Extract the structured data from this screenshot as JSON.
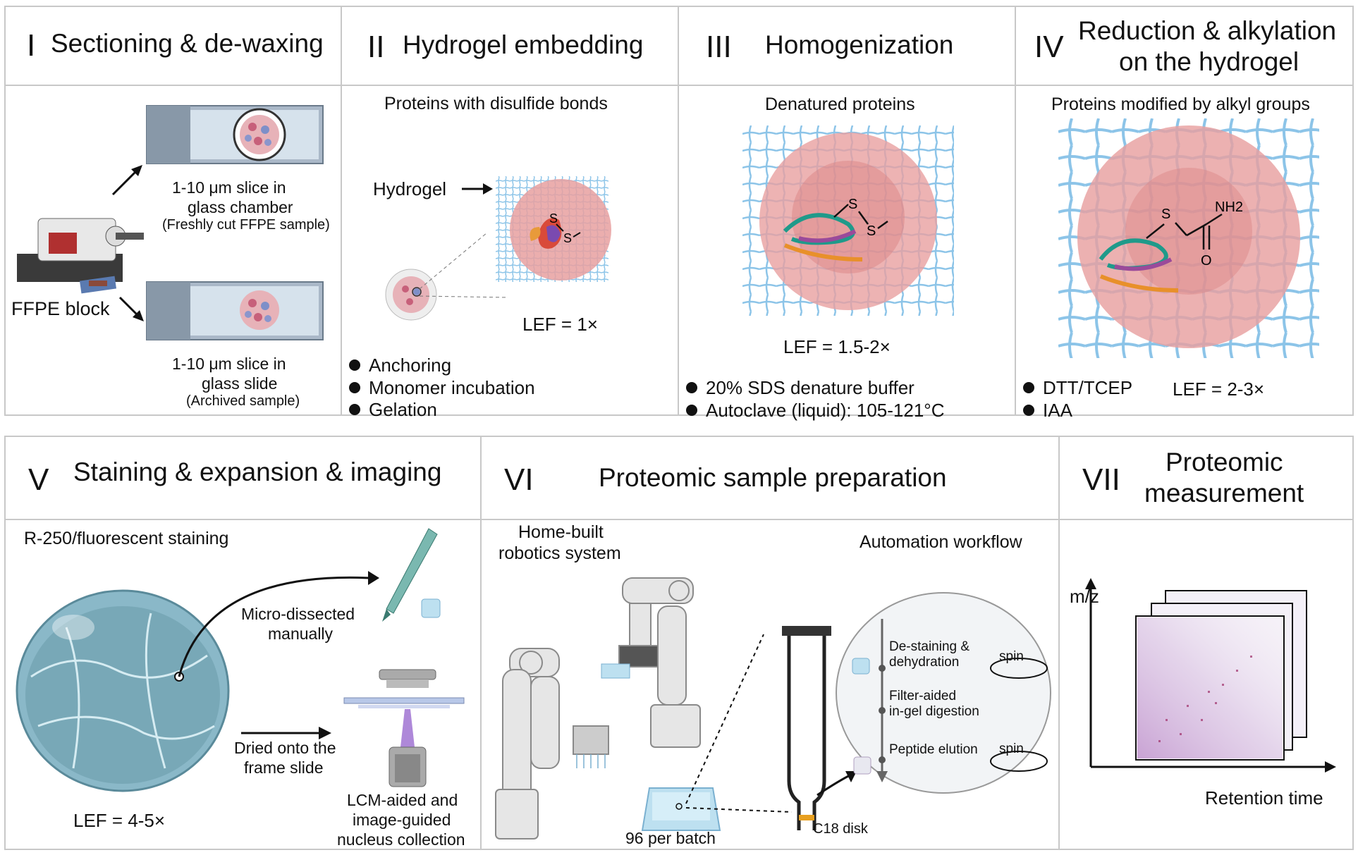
{
  "panels": {
    "p1": {
      "num": "I",
      "title": "Sectioning & de-waxing",
      "slice1": "1-10 μm slice in",
      "slice1b": "glass chamber",
      "slice1c": "(Freshly cut FFPE sample)",
      "slice2": "1-10 μm slice in",
      "slice2b": "glass slide",
      "slice2c": "(Archived sample)",
      "block": "FFPE block"
    },
    "p2": {
      "num": "II",
      "title": "Hydrogel embedding",
      "subtitle": "Proteins with disulfide bonds",
      "hydrogel": "Hydrogel",
      "lef": "LEF = 1×",
      "s1": "S",
      "s2": "S",
      "bullets": [
        "Anchoring",
        "Monomer incubation",
        "Gelation"
      ]
    },
    "p3": {
      "num": "III",
      "title": "Homogenization",
      "subtitle": "Denatured proteins",
      "lef": "LEF = 1.5-2×",
      "s1": "S",
      "s2": "S",
      "bullets": [
        "20% SDS denature buffer",
        "Autoclave (liquid): 105-121°C"
      ]
    },
    "p4": {
      "num": "IV",
      "title1": "Reduction & alkylation",
      "title2": "on the hydrogel",
      "subtitle": "Proteins modified by alkyl groups",
      "s": "S",
      "nh2": "NH2",
      "o": "O",
      "bullets": [
        "DTT/TCEP",
        "IAA"
      ],
      "lef": "LEF = 2-3×"
    },
    "p5": {
      "num": "V",
      "title": "Staining & expansion & imaging",
      "staining": "R-250/fluorescent staining",
      "micro1": "Micro-dissected",
      "micro2": "manually",
      "dried1": "Dried onto the",
      "dried2": "frame slide",
      "lcm1": "LCM-aided and",
      "lcm2": "image-guided",
      "lcm3": "nucleus collection",
      "lef": "LEF = 4-5×"
    },
    "p6": {
      "num": "VI",
      "title": "Proteomic sample preparation",
      "robot1": "Home-built",
      "robot2": "robotics system",
      "workflow": "Automation workflow",
      "step1a": "De-staining &",
      "step1b": "dehydration",
      "step2a": "Filter-aided",
      "step2b": "in-gel digestion",
      "step3": "Peptide elution",
      "spin1": "spin",
      "spin2": "spin",
      "c18": "C18 disk",
      "batch": "96 per batch"
    },
    "p7": {
      "num": "VII",
      "title1": "Proteomic",
      "title2": "measurement",
      "yaxis": "m/z",
      "xaxis": "Retention time"
    }
  },
  "colors": {
    "mesh": "#8cc4e8",
    "tissue": "#e8a0a0",
    "tissueDark": "#d98080",
    "border": "#c8c8c8",
    "teal": "#1f9a8a",
    "orange": "#e8902a",
    "purple": "#9a4a9a",
    "stain": "#7fb6c8"
  }
}
